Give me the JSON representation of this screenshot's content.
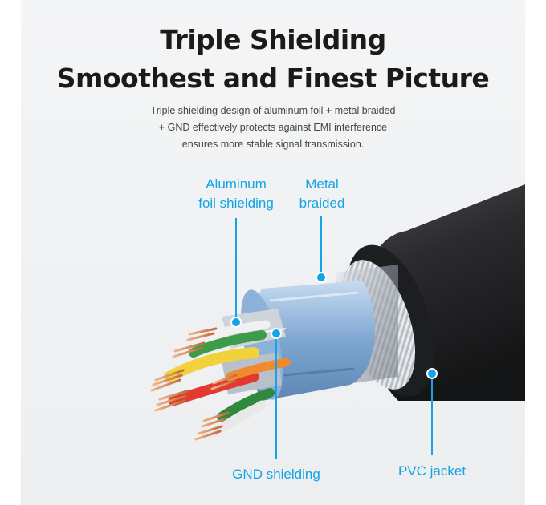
{
  "heading": {
    "line1": "Triple Shielding",
    "line2": "Smoothest and Finest Picture"
  },
  "description": {
    "line1": "Triple shielding design of aluminum foil + metal braided",
    "line2": "+ GND effectively protects against EMI interference",
    "line3": "ensures more stable signal transmission."
  },
  "callouts": {
    "aluminum": {
      "line1": "Aluminum",
      "line2": "foil shielding"
    },
    "metal": {
      "line1": "Metal",
      "line2": "braided"
    },
    "gnd": "GND shielding",
    "pvc": "PVC jacket"
  },
  "colors": {
    "accent": "#14a3e6",
    "jacket": "#2b2c2e",
    "copper": "#d98a5a",
    "foil": "#8fb3d9"
  }
}
